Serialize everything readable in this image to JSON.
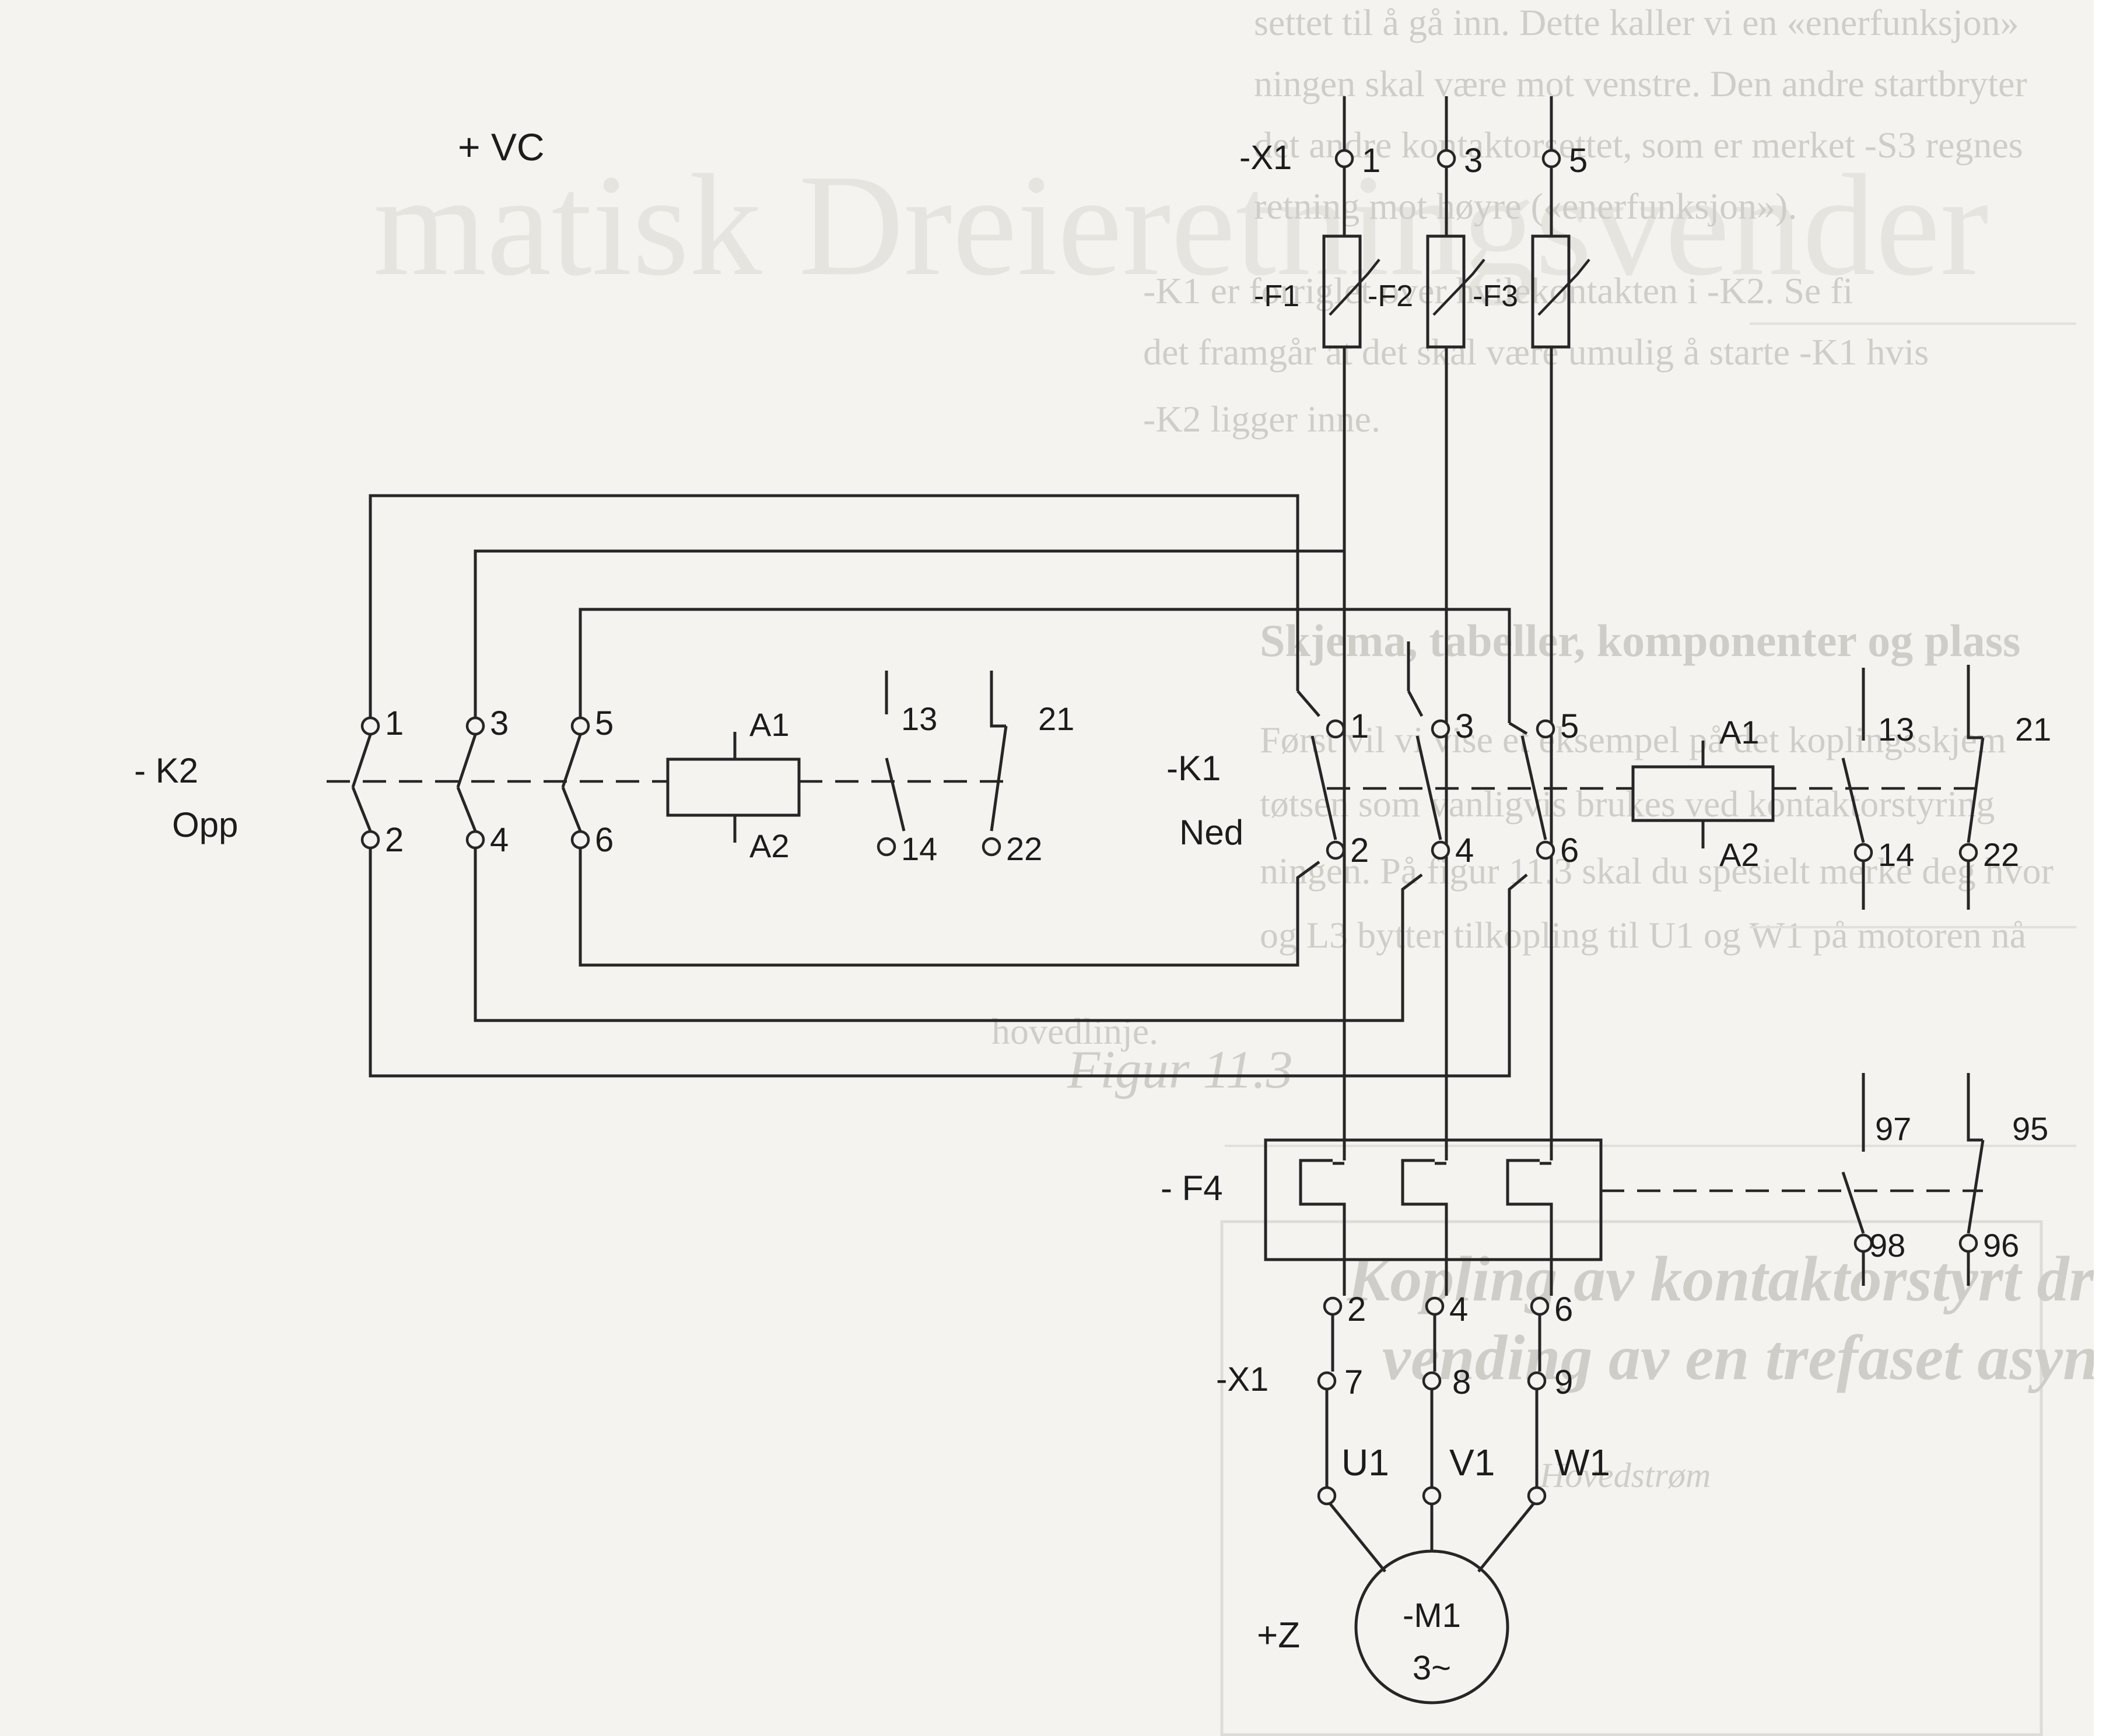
{
  "background_text": {
    "heading": "matisk Dreieretningsvender",
    "paragraph": [
      "settet til å gå inn. Dette kaller vi en «enerfunksjon»",
      "ningen skal være mot venstre. Den andre startbryter",
      "det andre kontaktorsettet, som er merket -S3 regnes",
      "retning mot høyre («enerfunksjon»).",
      "-K1 er forriglet over hvilekontakten i -K2. Se fi",
      "det framgår at det skal være umulig å starte -K1 hvis",
      "-K2 ligger inne."
    ],
    "section_title": "Skjema, tabeller, komponenter og plass",
    "paragraph2": [
      "Først vil vi vise et eksempel på det koplingsskjem",
      "tøtsen som vanligvis brukes ved kontaktorstyring",
      "ningen. På figur 11.3 skal du spesielt merke deg hvor",
      "og L3 bytter tilkopling til U1 og W1 på motoren nå",
      "hovedlinje."
    ],
    "box_title": [
      "Kopling av kontaktorstyrt dreieretnings-",
      "vending av en trefaset asynkronmotor."
    ],
    "box_caption": "Hovedstrøm",
    "figure_label": "Figur 11.3"
  },
  "labels": {
    "location_vc": "+ VC",
    "location_z": "+Z",
    "x1_top": "-X1",
    "x1_bottom": "-X1",
    "fuse_1": "-F1",
    "fuse_2": "-F2",
    "fuse_3": "-F3",
    "k2": "- K2",
    "k2_function": "Opp",
    "k1": "-K1",
    "k1_function": "Ned",
    "f4": "- F4",
    "motor_name": "-M1",
    "motor_type": "3~",
    "coil_a1": "A1",
    "coil_a2": "A2",
    "u1": "U1",
    "v1": "V1",
    "w1": "W1"
  },
  "terminals": {
    "x1_top": [
      "1",
      "3",
      "5"
    ],
    "k_main_top": [
      "1",
      "3",
      "5"
    ],
    "k_main_bottom": [
      "2",
      "4",
      "6"
    ],
    "k_aux_no_top": "13",
    "k_aux_no_bottom": "14",
    "k_aux_nc_top": "21",
    "k_aux_nc_bottom": "22",
    "f4_bottom": [
      "2",
      "4",
      "6"
    ],
    "f4_aux_no_top": "97",
    "f4_aux_no_bottom": "98",
    "f4_aux_nc_top": "95",
    "f4_aux_nc_bottom": "96",
    "x1_bottom": [
      "7",
      "8",
      "9"
    ]
  }
}
